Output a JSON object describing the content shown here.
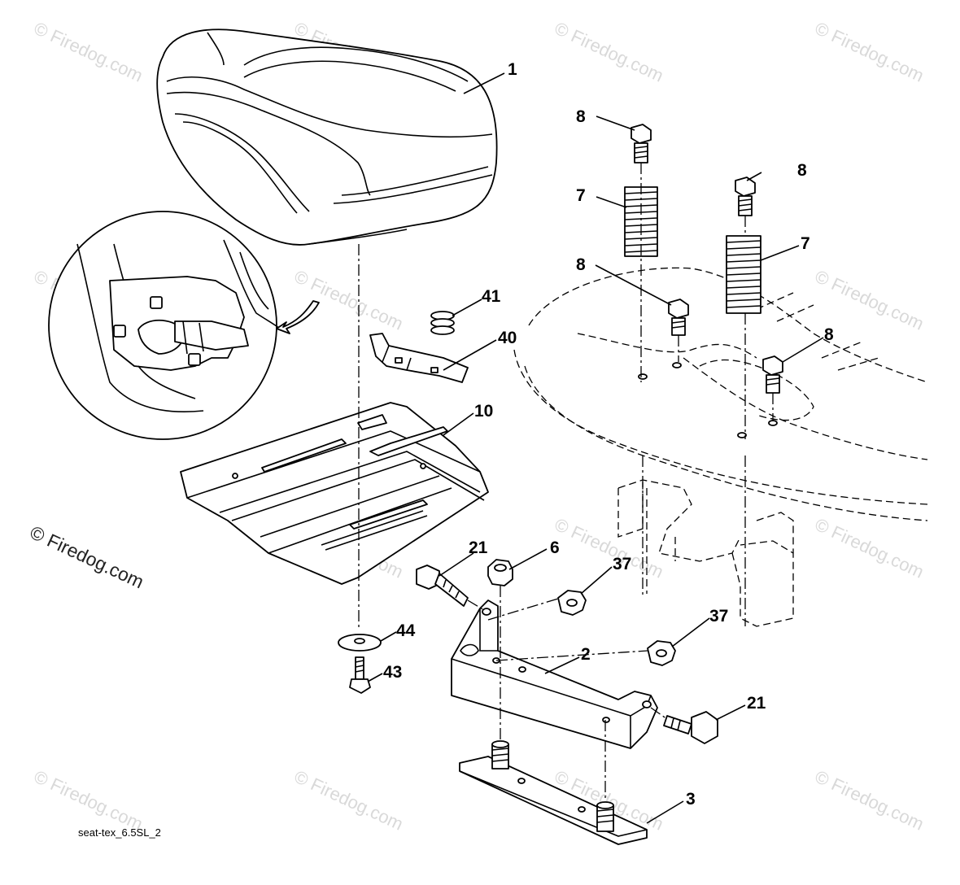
{
  "watermark": "© Firedog.com",
  "side_watermark": "© Firedog.com",
  "caption": "seat-tex_6.5SL_2",
  "callouts": {
    "c1": "1",
    "c8a": "8",
    "c8b": "8",
    "c8c": "8",
    "c8d": "8",
    "c7a": "7",
    "c7b": "7",
    "c41": "41",
    "c40": "40",
    "c10": "10",
    "c21a": "21",
    "c6": "6",
    "c37a": "37",
    "c37b": "37",
    "c44": "44",
    "c43": "43",
    "c2": "2",
    "c21b": "21",
    "c3": "3"
  }
}
